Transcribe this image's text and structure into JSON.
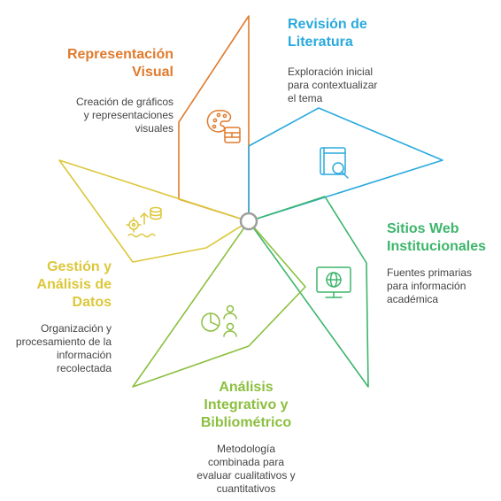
{
  "colors": {
    "orange": "#E07B2E",
    "blue": "#2AA9DE",
    "green": "#3DB56B",
    "lime": "#8CBF3F",
    "yellow": "#DCC73A",
    "hub": "#9E9E9E"
  },
  "segments": [
    {
      "id": "representacion",
      "color_key": "orange",
      "icon": "palette-and-frame-icon",
      "title_lines": [
        "Representación",
        "Visual"
      ],
      "desc_lines": [
        "Creación de gráficos",
        "y representaciones",
        "visuales"
      ]
    },
    {
      "id": "revision",
      "color_key": "blue",
      "icon": "book-search-icon",
      "title_lines": [
        "Revisión de",
        "Literatura"
      ],
      "desc_lines": [
        "Exploración inicial",
        "para contextualizar",
        "el tema"
      ]
    },
    {
      "id": "sitios",
      "color_key": "green",
      "icon": "globe-monitor-icon",
      "title_lines": [
        "Sitios Web",
        "Institucionales"
      ],
      "desc_lines": [
        "Fuentes primarias",
        "para información",
        "académica"
      ]
    },
    {
      "id": "integrativo",
      "color_key": "lime",
      "icon": "pie-chart-people-icon",
      "title_lines": [
        "Análisis",
        "Integrativo y",
        "Bibliométrico"
      ],
      "desc_lines": [
        "Metodología",
        "combinada para",
        "evaluar cualitativos y",
        "cuantitativos"
      ]
    },
    {
      "id": "gestion",
      "color_key": "yellow",
      "icon": "database-process-icon",
      "title_lines": [
        "Gestión y",
        "Análisis de",
        "Datos"
      ],
      "desc_lines": [
        "Organización y",
        "procesamiento de la",
        "información",
        "recolectada"
      ]
    }
  ]
}
